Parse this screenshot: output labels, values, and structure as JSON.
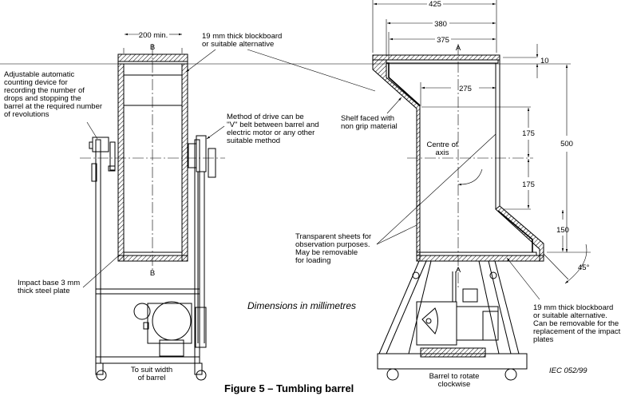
{
  "figure": {
    "caption": "Figure 5 – Tumbling barrel",
    "units_note": "Dimensions in millimetres",
    "reference": "IEC   052/99"
  },
  "side_view": {
    "section_mark_top": "B",
    "section_mark_bottom": "B",
    "dim_width": "200 min.",
    "label_blockboard": [
      "19 mm thick blockboard",
      "or suitable alternative"
    ],
    "label_counter": [
      "Adjustable automatic",
      "counting device for",
      "recording the number of",
      "drops and stopping the",
      "barrel at the required number",
      "of revolutions"
    ],
    "label_drive": [
      "Method of drive can be",
      "''V'' belt between barrel and",
      "electric motor or any other",
      "suitable method"
    ],
    "label_impact": [
      "Impact base 3 mm",
      "thick steel plate"
    ],
    "label_width": [
      "To suit width",
      "of barrel"
    ]
  },
  "section_view": {
    "section_mark_top": "A",
    "section_mark_bottom": "A",
    "dims": {
      "d425": "425",
      "d380": "380",
      "d375": "375",
      "d10": "10",
      "d275": "275",
      "d500": "500",
      "d175a": "175",
      "d175b": "175",
      "d150": "150",
      "angle": "45°"
    },
    "label_shelf": [
      "Shelf faced with",
      "non grip material"
    ],
    "label_centre": [
      "Centre of",
      "axis"
    ],
    "label_transparent": [
      "Transparent sheets for",
      "observation purposes.",
      "May be removable",
      "for loading"
    ],
    "label_blockboard": [
      "19 mm thick blockboard",
      "or suitable alternative.",
      "Can be removable for the",
      "replacement of the impact",
      "plates"
    ],
    "label_rotate": [
      "Barrel to rotate",
      "clockwise"
    ]
  }
}
